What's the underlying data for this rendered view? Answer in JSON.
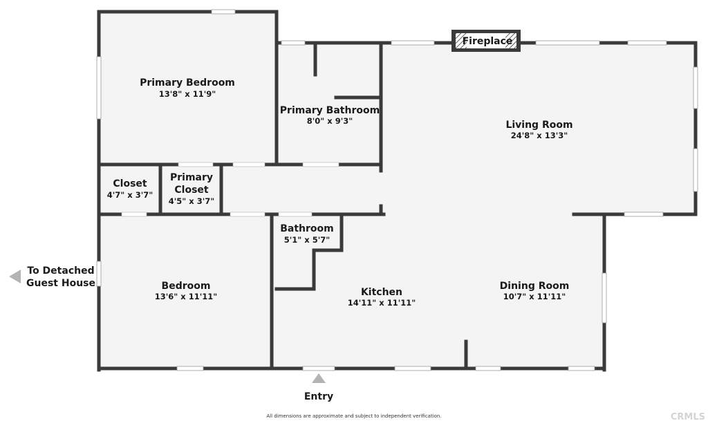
{
  "rooms": {
    "primary_bedroom": {
      "name": "Primary Bedroom",
      "dims": "13'8\" x 11'9\""
    },
    "primary_bathroom": {
      "name": "Primary Bathroom",
      "dims": "8'0\" x 9'3\""
    },
    "living_room": {
      "name": "Living Room",
      "dims": "24'8\" x 13'3\""
    },
    "closet": {
      "name": "Closet",
      "dims": "4'7\" x 3'7\""
    },
    "primary_closet": {
      "name_line1": "Primary",
      "name_line2": "Closet",
      "dims": "4'5\" x 3'7\""
    },
    "bathroom": {
      "name": "Bathroom",
      "dims": "5'1\" x 5'7\""
    },
    "bedroom": {
      "name": "Bedroom",
      "dims": "13'6\" x 11'11\""
    },
    "kitchen": {
      "name": "Kitchen",
      "dims": "14'11\" x 11'11\""
    },
    "dining_room": {
      "name": "Dining Room",
      "dims": "10'7\" x 11'11\""
    }
  },
  "fireplace_label": "Fireplace",
  "guest_house": {
    "line1": "To Detached",
    "line2": "Guest House"
  },
  "entry_label": "Entry",
  "disclaimer": "All dimensions are approximate and subject to independent verification.",
  "watermark": "CRMLS",
  "colors": {
    "wall": "#3a3a3a",
    "floor": "#f4f4f4",
    "arrow": "#b3b3b3"
  }
}
